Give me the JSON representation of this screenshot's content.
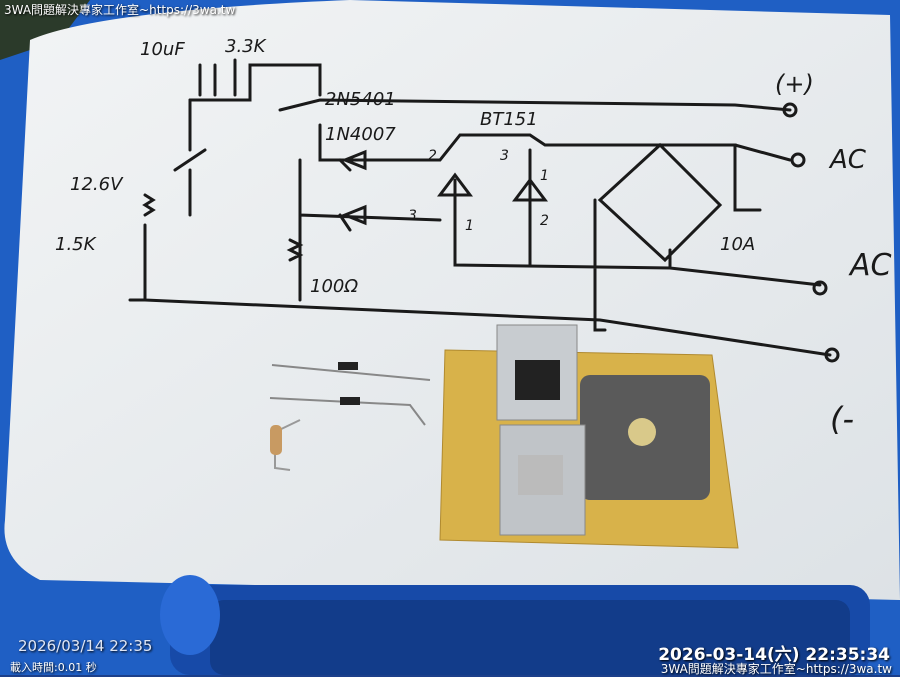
{
  "overlay": {
    "watermark_top": "3WA問題解決專家工作室~https://3wa.tw",
    "timestamp_left": "2026/03/14 22:35",
    "load_time": "載入時間:0.01 秒",
    "timestamp_right": "2026-03-14(六) 22:35:34",
    "watermark_bottom": "3WA問題解決專家工作室~https://3wa.tw"
  },
  "whiteboard": {
    "labels": {
      "cap": "10uF",
      "res_top": "3.3K",
      "transistor": "2N5401",
      "diode": "1N4007",
      "scr": "BT151",
      "zener": "12.6V",
      "res_left": "1.5K",
      "res_bottom": "100Ω",
      "plus": "(+)",
      "ac1": "AC",
      "ac2": "AC",
      "bridge": "10A",
      "pin2a": "2",
      "pin3a": "3",
      "pin3b": "3",
      "pin1a": "1",
      "pin1b": "1",
      "pin2b": "2",
      "minus": "(-"
    }
  },
  "colors": {
    "frame": "#1f5fc4",
    "board": "#e9ecee",
    "pcb": "#d8b24a",
    "bridge": "#5a5a5a"
  }
}
